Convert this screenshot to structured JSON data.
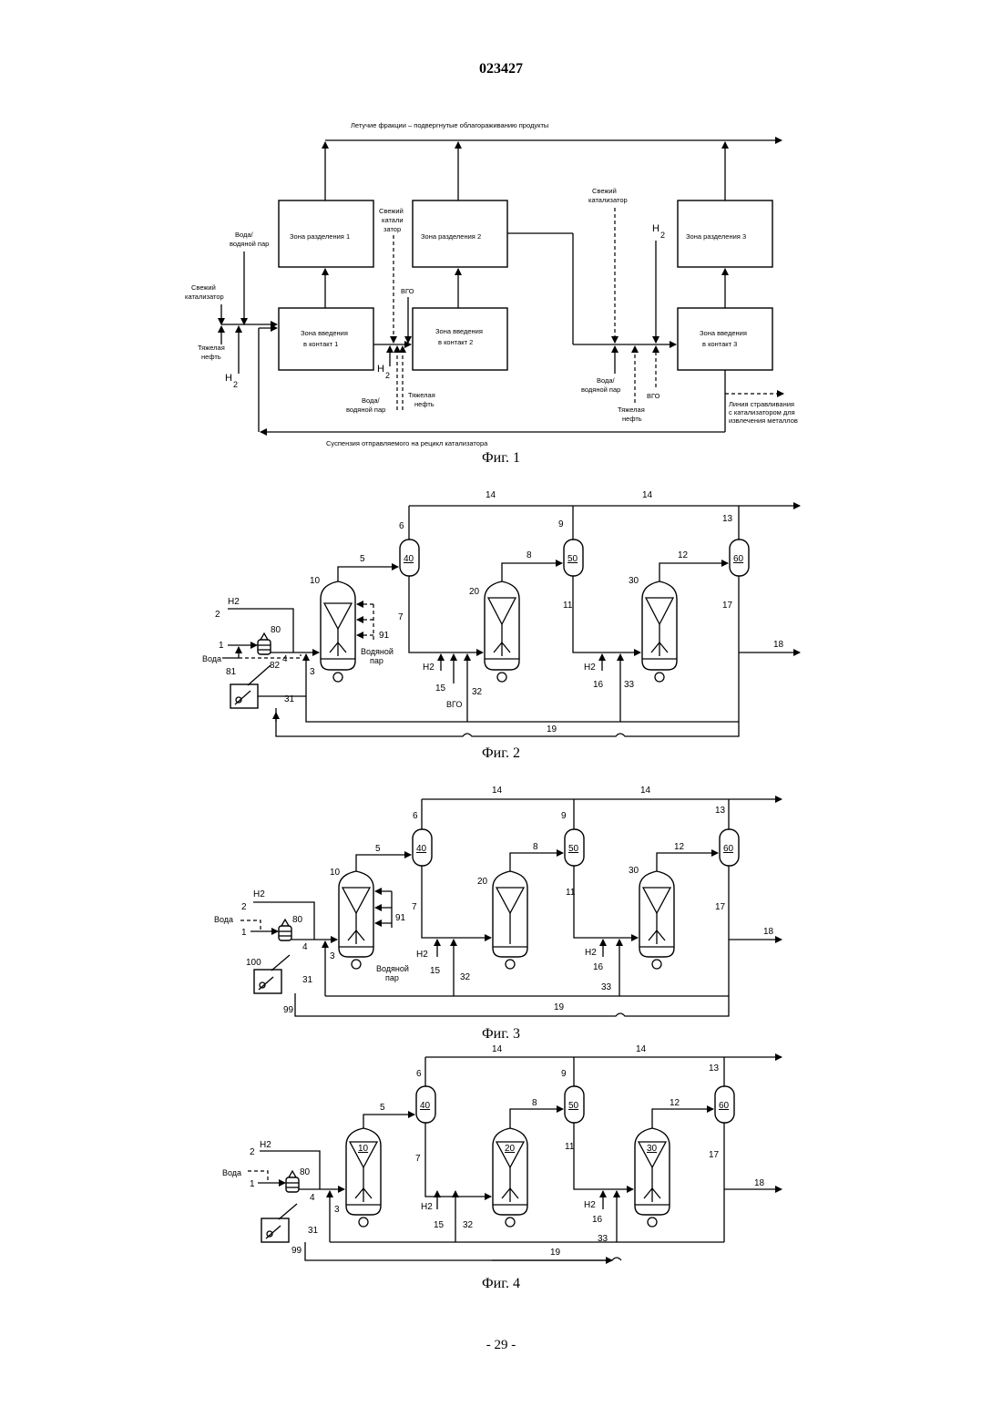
{
  "header": {
    "doc_number": "023427"
  },
  "footer": {
    "page": "- 29 -"
  },
  "fig1": {
    "caption": "Фиг. 1",
    "top_line": "Летучие фракции – подвергнутые облагораживанию продукты",
    "bottom_line": "Суспензия отправляемого на рецикл катализатора",
    "sep1": "Зона разделения 1",
    "sep2": "Зона разделения 2",
    "sep3": "Зона разделения 3",
    "cz1_a": "Зона введения",
    "cz1_b": "в контакт 1",
    "cz2_a": "Зона введения",
    "cz2_b": "в контакт 2",
    "cz3_a": "Зона введения",
    "cz3_b": "в контакт 3",
    "water_a": "Вода/",
    "water_b": "водяной пар",
    "fresh_a": "Свежий",
    "fresh_b": "катализатор",
    "heavy_a": "Тяжелая",
    "heavy_b": "нефть",
    "h2": "H",
    "h2_sub": "2",
    "fresh2_a": "Свежий",
    "fresh2_b": "катали",
    "fresh2_c": "затор",
    "vgo": "ВГО",
    "water2_a": "Вода/",
    "water2_b": "водяной пар",
    "heavy2_a": "Тяжелая",
    "heavy2_b": "нефть",
    "fresh3_a": "Свежий",
    "fresh3_b": "катализатор",
    "water3_a": "Вода/",
    "water3_b": "водяной пар",
    "heavy3_a": "Тяжелая",
    "heavy3_b": "нефть",
    "vgo3": "ВГО",
    "bleed_a": "Линия стравливания",
    "bleed_b": "с катализатором для",
    "bleed_c": "извлечения металлов"
  },
  "fig2": {
    "caption": "Фиг. 2",
    "labels": {
      "n14a": "14",
      "n14b": "14",
      "n6": "6",
      "n9": "9",
      "n13": "13",
      "n5": "5",
      "n8": "8",
      "n12": "12",
      "v40": "40",
      "v50": "50",
      "v60": "60",
      "n10": "10",
      "n20": "20",
      "n30": "30",
      "n2": "2",
      "h2": "H2",
      "n1": "1",
      "n80": "80",
      "water": "Вода",
      "n81": "81",
      "n82": "82",
      "n4": "4",
      "n3": "3",
      "n91": "91",
      "steam_a": "Водяной",
      "steam_b": "пар",
      "n7": "7",
      "n11": "11",
      "n17": "17",
      "n18": "18",
      "h2b": "H2",
      "n15": "15",
      "h2c": "H2",
      "n16": "16",
      "n32": "32",
      "n33": "33",
      "vgo": "ВГО",
      "n31": "31",
      "n19": "19"
    }
  },
  "fig3": {
    "caption": "Фиг. 3",
    "labels": {
      "n14a": "14",
      "n14b": "14",
      "n6": "6",
      "n9": "9",
      "n13": "13",
      "n5": "5",
      "n8": "8",
      "n12": "12",
      "v40": "40",
      "v50": "50",
      "v60": "60",
      "n10": "10",
      "n20": "20",
      "n30": "30",
      "n2": "2",
      "h2": "H2",
      "water": "Вода",
      "n1": "1",
      "n80": "80",
      "n4": "4",
      "n3": "3",
      "n91": "91",
      "steam_a": "Водяной",
      "steam_b": "пар",
      "n7": "7",
      "n11": "11",
      "n17": "17",
      "n18": "18",
      "h2b": "H2",
      "n15": "15",
      "h2c": "H2",
      "n16": "16",
      "n32": "32",
      "n33": "33",
      "n100": "100",
      "n31": "31",
      "n99": "99",
      "n19": "19"
    }
  },
  "fig4": {
    "caption": "Фиг. 4",
    "labels": {
      "n14a": "14",
      "n14b": "14",
      "n6": "6",
      "n9": "9",
      "n13": "13",
      "n5": "5",
      "n8": "8",
      "n12": "12",
      "v40": "40",
      "v50": "50",
      "v60": "60",
      "r10": "10",
      "r20": "20",
      "r30": "30",
      "n2": "2",
      "h2": "H2",
      "water": "Вода",
      "n1": "1",
      "n80": "80",
      "n4": "4",
      "n3": "3",
      "n7": "7",
      "n11": "11",
      "n17": "17",
      "n18": "18",
      "h2b": "H2",
      "n15": "15",
      "h2c": "H2",
      "n16": "16",
      "n32": "32",
      "n33": "33",
      "n31": "31",
      "n99": "99",
      "n19": "19"
    }
  }
}
